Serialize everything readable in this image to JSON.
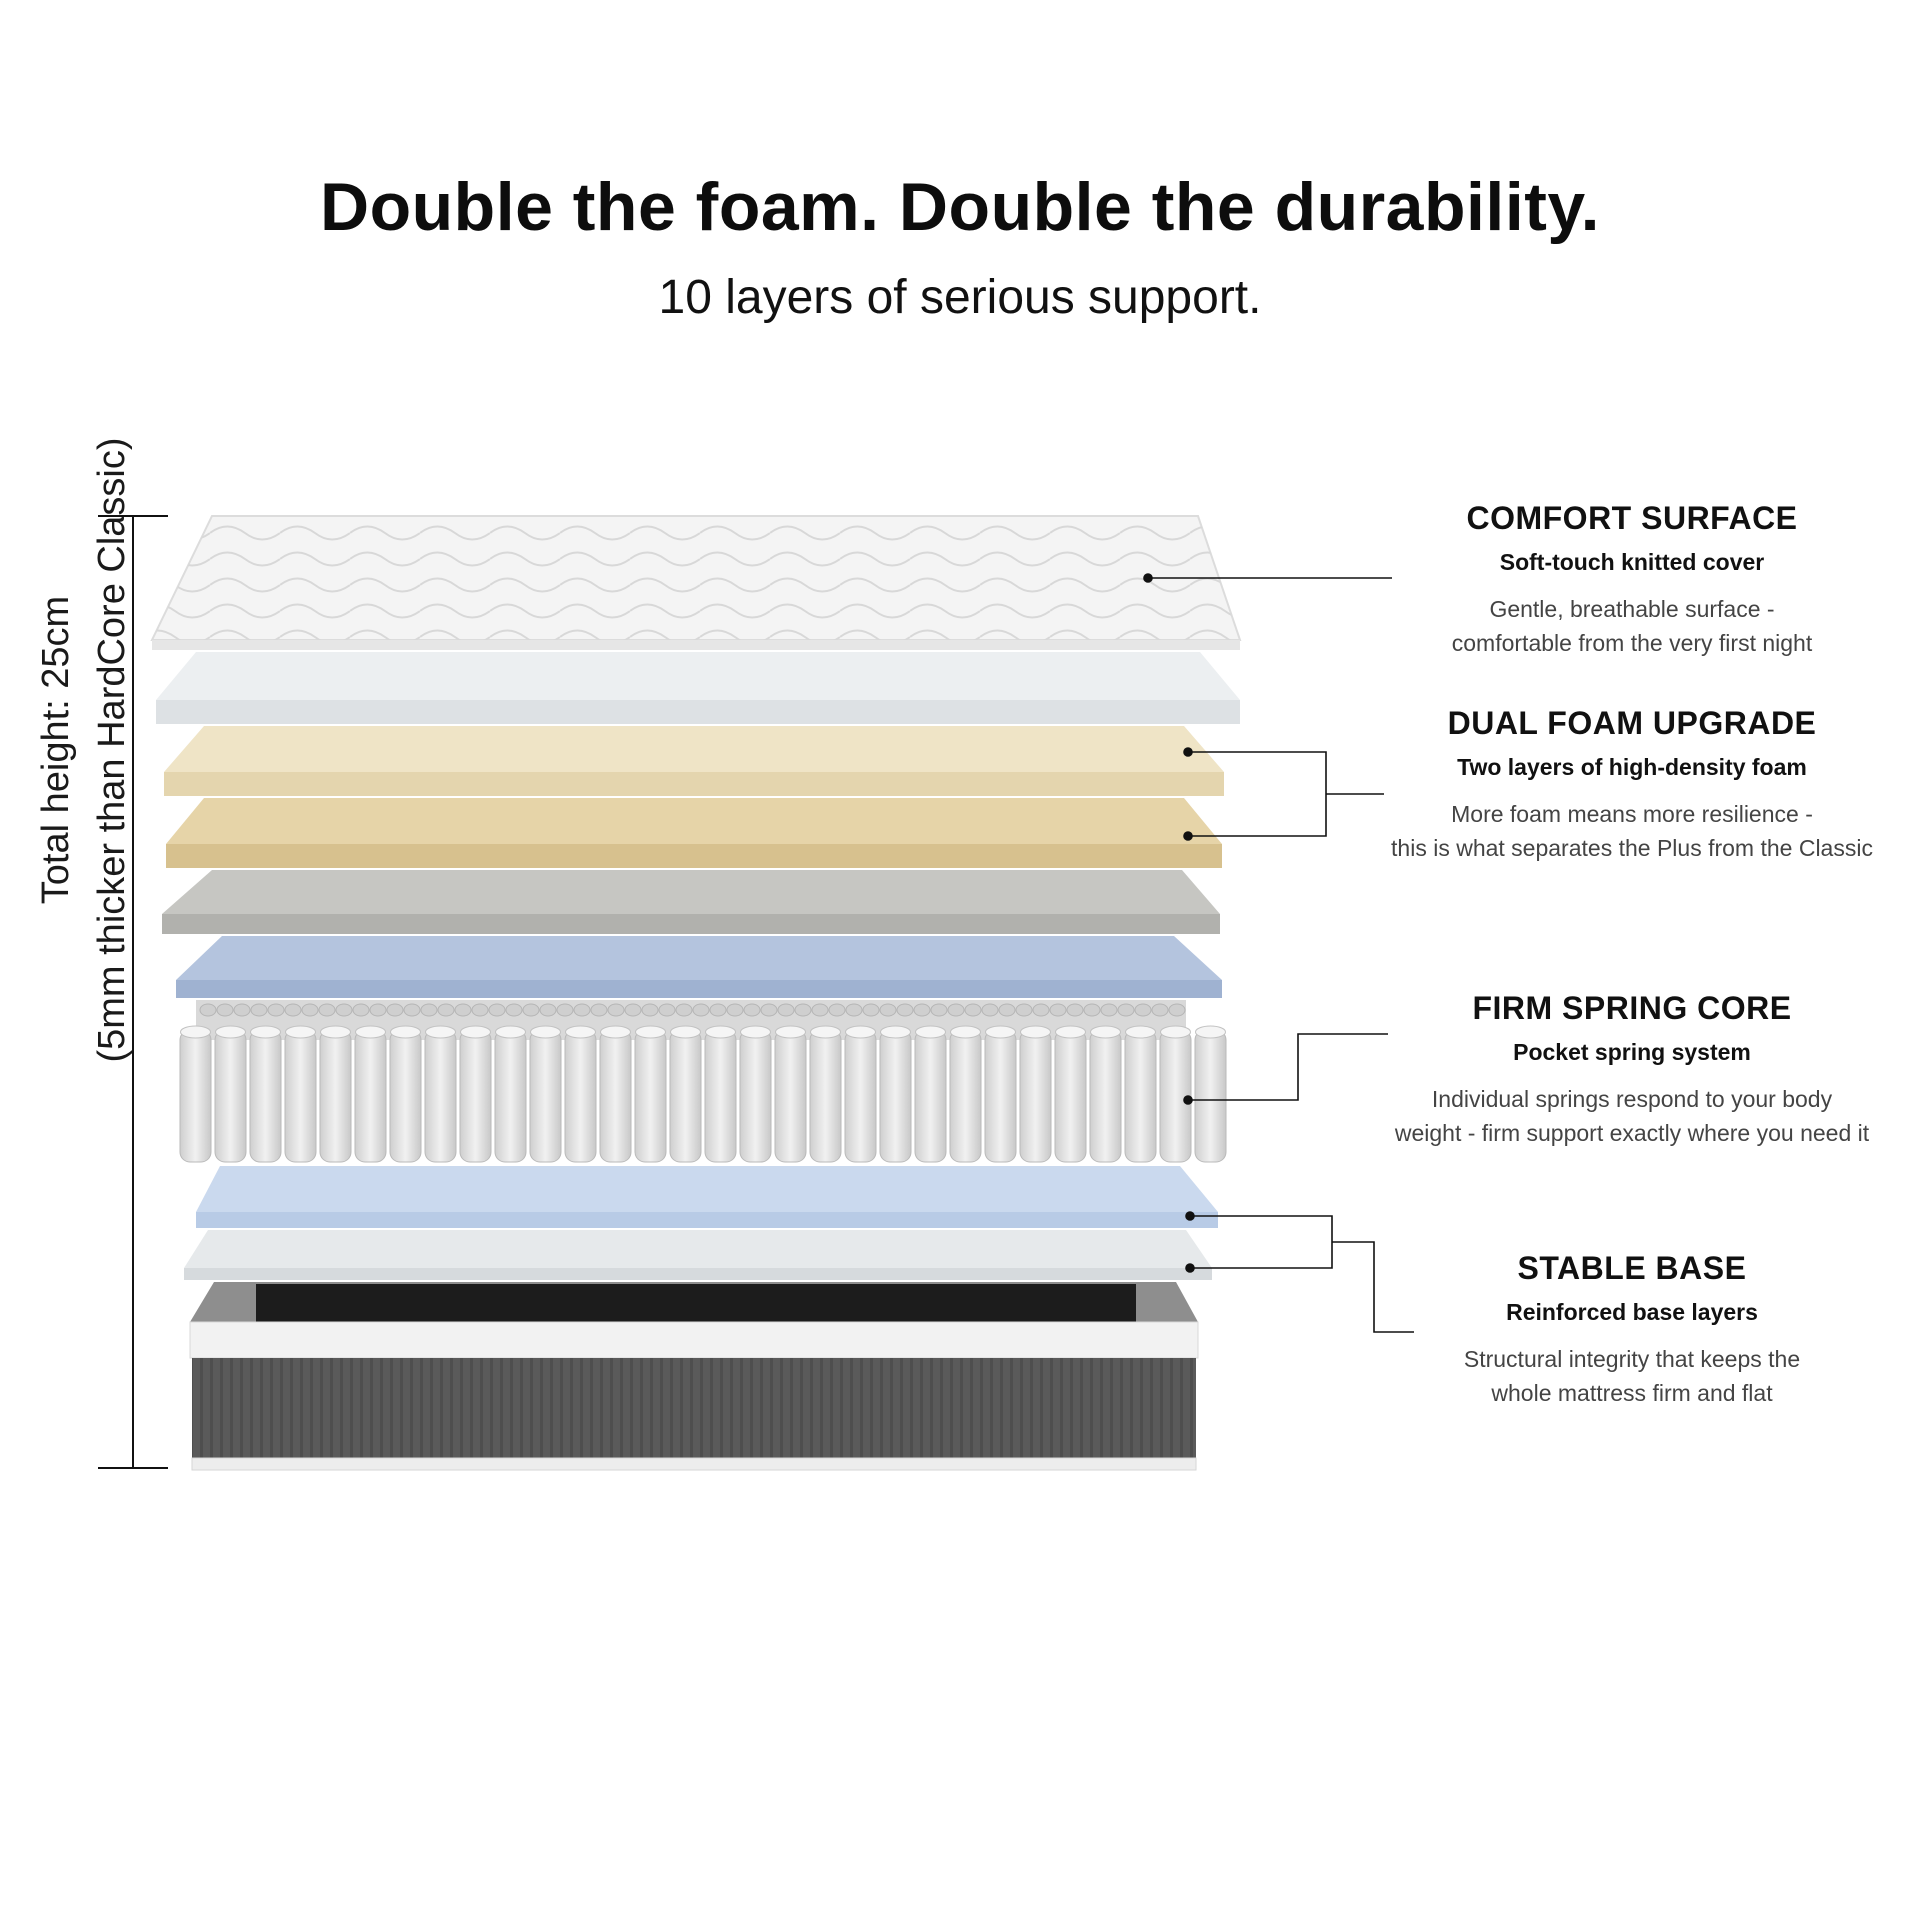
{
  "header": {
    "headline": "Double the foam. Double the durability.",
    "subheadline": "10 layers of serious support."
  },
  "height_label": {
    "line1": "Total height: 25cm",
    "line2": "(5mm thicker than HardCore Classic)"
  },
  "callouts": [
    {
      "title": "COMFORT SURFACE",
      "subtitle": "Soft-touch knitted cover",
      "desc1": "Gentle, breathable surface -",
      "desc2": "comfortable from the very first night"
    },
    {
      "title": "DUAL FOAM UPGRADE",
      "subtitle": "Two layers of high-density foam",
      "desc1": "More foam means more resilience -",
      "desc2": "this is what separates the Plus from the Classic"
    },
    {
      "title": "FIRM SPRING CORE",
      "subtitle": "Pocket spring system",
      "desc1": "Individual springs respond to your body",
      "desc2": "weight - firm support exactly where you need it"
    },
    {
      "title": "STABLE BASE",
      "subtitle": "Reinforced base layers",
      "desc1": "Structural integrity that keeps the",
      "desc2": "whole mattress firm and flat"
    }
  ],
  "colors": {
    "cover": "#f4f4f4",
    "gray_foam": "#dde1e4",
    "cream_foam": "#e9dcb9",
    "tan_foam": "#dcc796",
    "gray_felt": "#b8b8b4",
    "blue_felt": "#a7b9d6",
    "springs": "#e2e2e2",
    "blue_felt_lower": "#c3d4ea",
    "white_felt": "#e1e4e6",
    "base_side": "#5e5e5e"
  }
}
